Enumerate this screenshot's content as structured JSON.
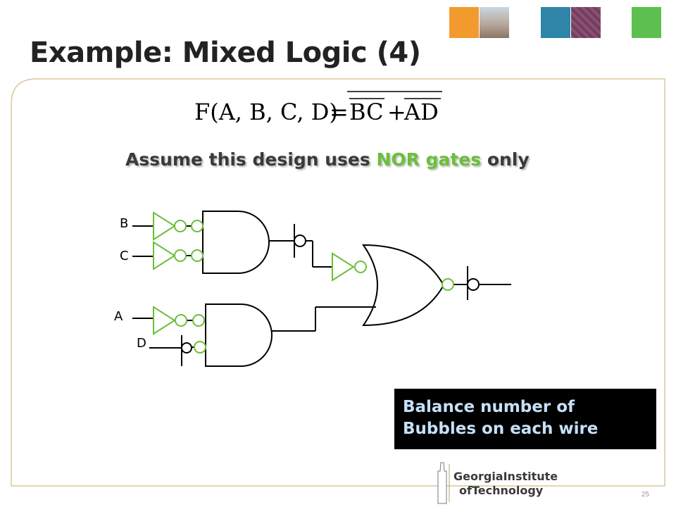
{
  "slide": {
    "title": "Example: Mixed Logic (4)",
    "page_number": "25"
  },
  "equation": {
    "lhs": "F(A, B, C, D)",
    "equals": "=",
    "term1": "BC",
    "plus": "+",
    "term2": "AD"
  },
  "subtitle": {
    "part1": "Assume this design uses ",
    "highlight": "NOR gates",
    "part2": " only",
    "highlight_color": "#6bbf3a"
  },
  "circuit": {
    "inputs": [
      "B",
      "C",
      "A",
      "D"
    ],
    "inverter_color": "#6bbf3a",
    "wire_color": "#000000"
  },
  "callout": {
    "line1": "Balance number of",
    "line2": "Bubbles on each wire",
    "text_color": "#c6e0f7",
    "background": "#000000"
  },
  "logo": {
    "line1": "GeorgiaInstitute",
    "line2": "ofTechnology"
  }
}
